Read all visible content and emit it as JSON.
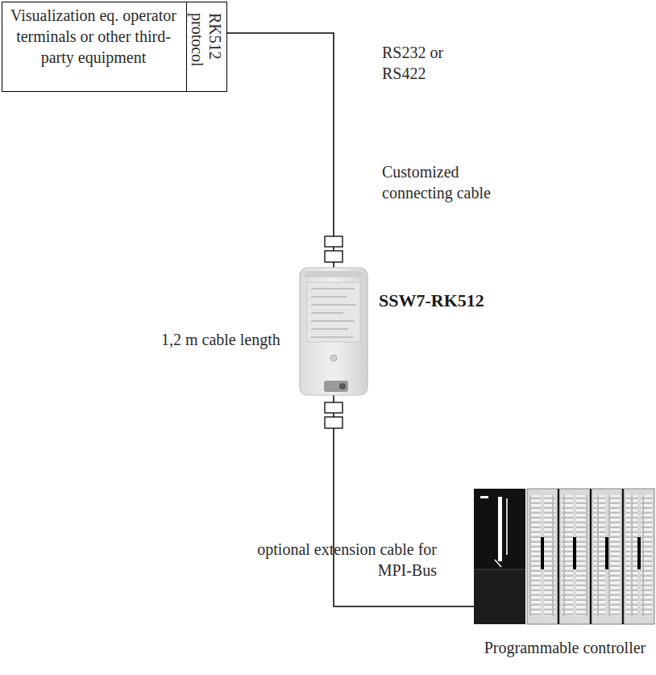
{
  "diagram": {
    "nodes": [
      {
        "text": [
          "Visualization eq. operator terminals or other third-party equipment"
        ]
      },
      {
        "text": [
          "RK512 protocol"
        ],
        "in": 0
      },
      {
        "text": [
          "SSW7-RK512"
        ]
      },
      {
        "text": [
          "Programmable controller"
        ]
      }
    ],
    "edges": [
      {
        "from": 1,
        "to": 2,
        "arrow": "none"
      },
      {
        "from": 2,
        "to": 3,
        "arrow": "none"
      }
    ],
    "labels": [
      "RS232 or RS422",
      "Customized connecting cable",
      "1,2 m cable length",
      "optional extension cable for MPI-Bus"
    ]
  }
}
